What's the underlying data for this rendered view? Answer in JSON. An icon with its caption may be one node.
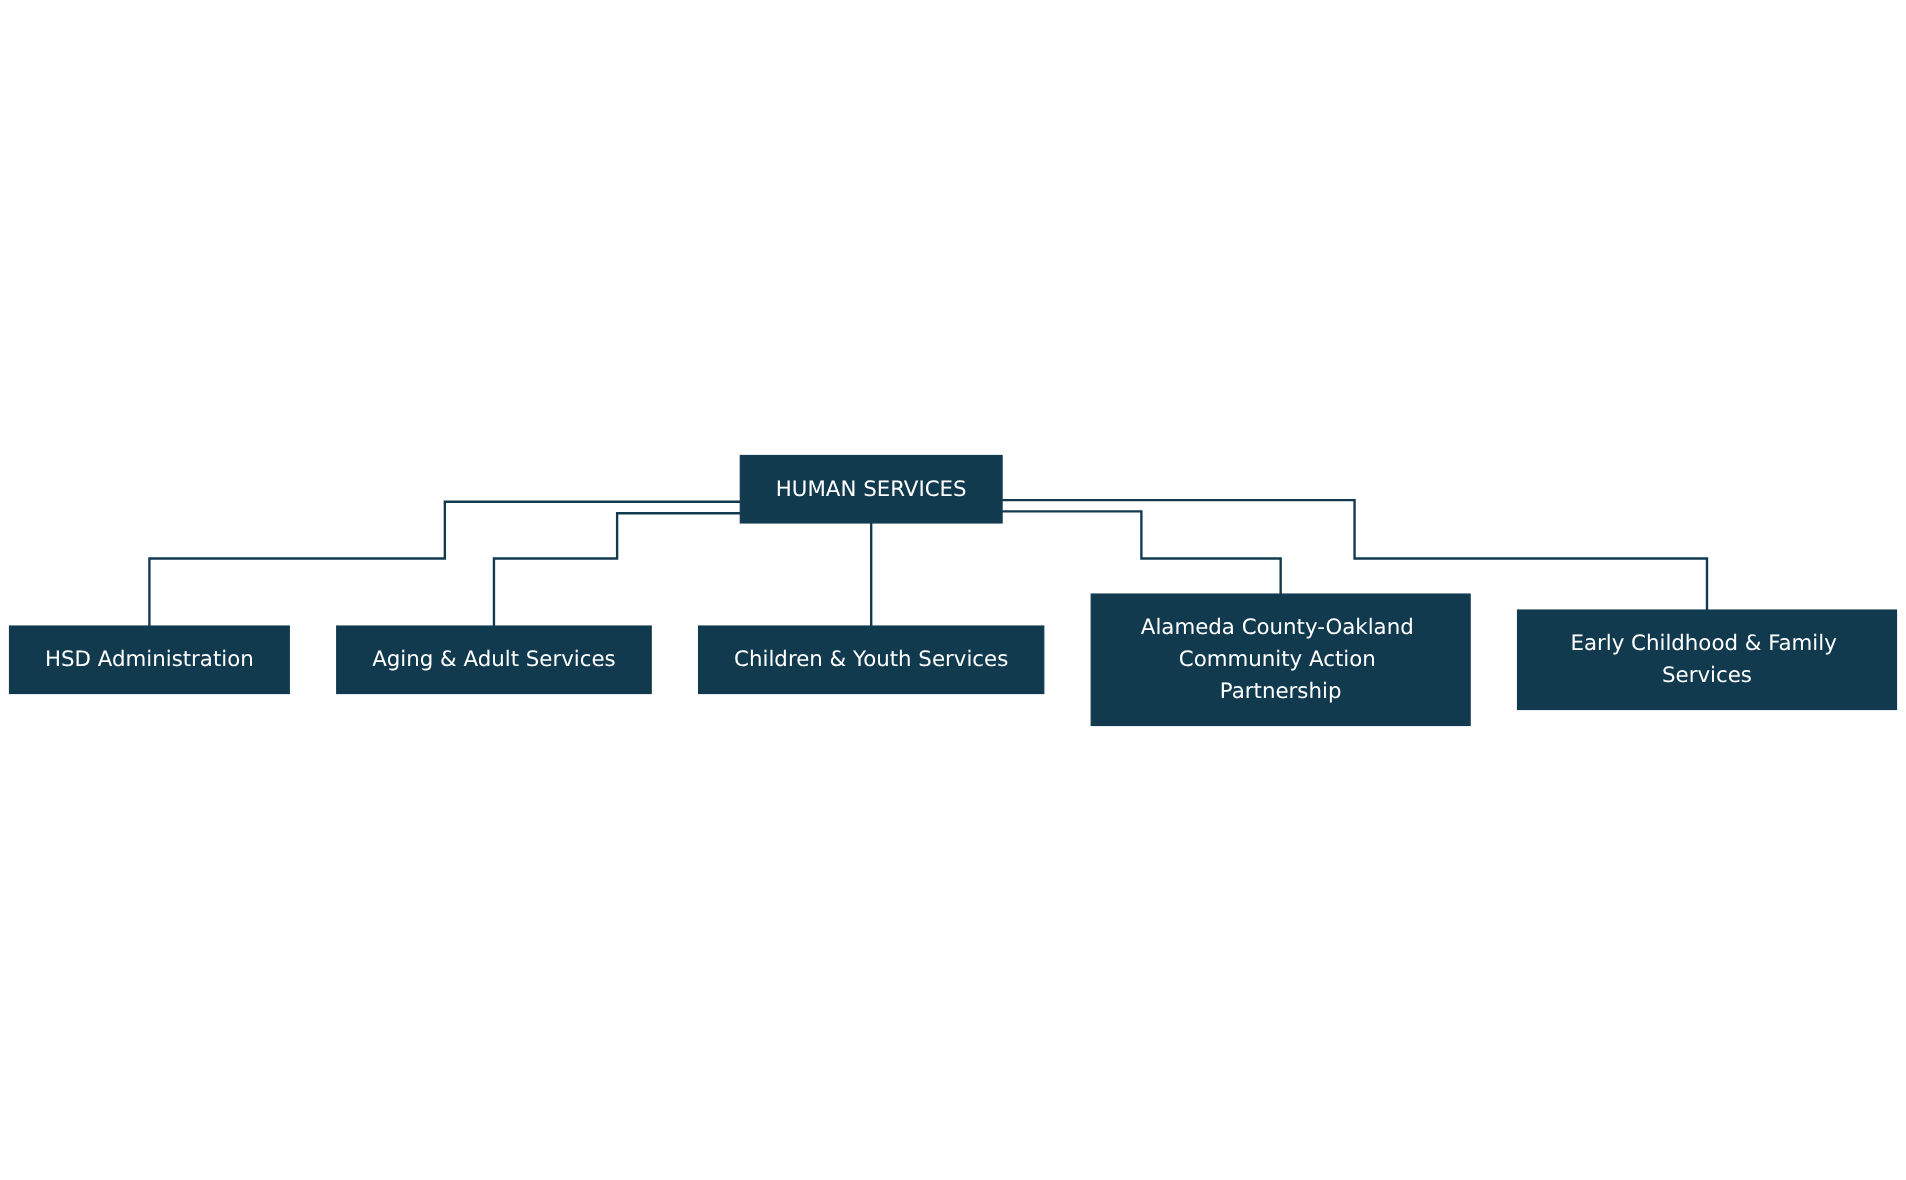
{
  "diagram": {
    "nodes": [
      {
        "text": [
          "HUMAN SERVICES"
        ]
      },
      {
        "text": [
          "HSD Administration"
        ]
      },
      {
        "text": [
          "Aging & Adult Services"
        ]
      },
      {
        "text": [
          "Children & Youth Services"
        ]
      },
      {
        "text": [
          "Alameda County-Oakland Community Action Partnership"
        ]
      },
      {
        "text": [
          "Early Childhood & Family Services"
        ]
      }
    ],
    "edges": [
      {
        "from": 0,
        "to": 1,
        "arrow": "none"
      },
      {
        "from": 0,
        "to": 2,
        "arrow": "none"
      },
      {
        "from": 0,
        "to": 3,
        "arrow": "none"
      },
      {
        "from": 0,
        "to": 4,
        "arrow": "none"
      },
      {
        "from": 0,
        "to": 5,
        "arrow": "none"
      }
    ]
  }
}
